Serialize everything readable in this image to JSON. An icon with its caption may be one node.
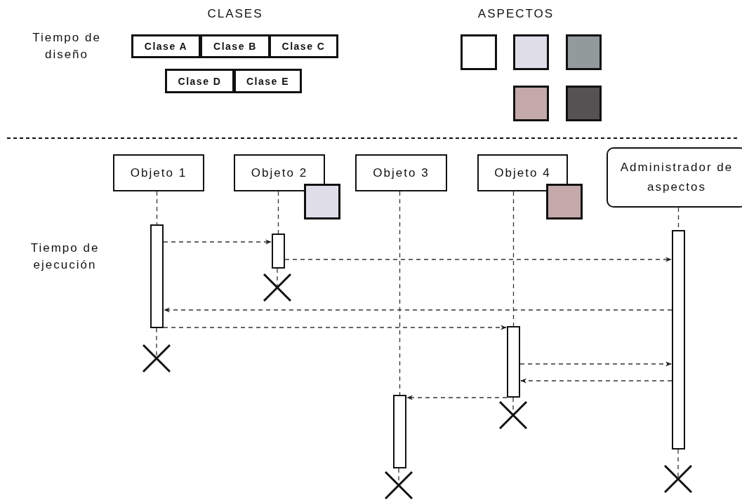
{
  "diagram": {
    "nodes": [
      {
        "text": [
          "Clase A"
        ]
      },
      {
        "text": [
          "Clase B"
        ]
      },
      {
        "text": [
          "Clase C"
        ]
      },
      {
        "text": [
          "Clase D"
        ]
      },
      {
        "text": [
          "Clase E"
        ]
      },
      {
        "text": [],
        "shape": "box"
      },
      {
        "text": [],
        "shape": "box"
      },
      {
        "text": [],
        "shape": "box"
      },
      {
        "text": [],
        "shape": "box"
      },
      {
        "text": [],
        "shape": "box"
      },
      {
        "text": [
          "Objeto 1"
        ]
      },
      {
        "text": [
          "Objeto 2"
        ]
      },
      {
        "text": [
          "Objeto 3"
        ]
      },
      {
        "text": [
          "Objeto 4"
        ]
      },
      {
        "text": [
          "Administrador de aspectos"
        ]
      },
      {
        "text": [],
        "shape": "box"
      },
      {
        "text": [],
        "shape": "box"
      },
      {
        "text": [],
        "shape": "bar"
      },
      {
        "text": [],
        "shape": "bar"
      },
      {
        "text": [],
        "shape": "bar"
      },
      {
        "text": [],
        "shape": "bar"
      },
      {
        "text": [],
        "shape": "bar"
      },
      {
        "text": [],
        "shape": "cross"
      },
      {
        "text": [],
        "shape": "cross"
      },
      {
        "text": [],
        "shape": "cross"
      },
      {
        "text": [],
        "shape": "cross"
      },
      {
        "text": [],
        "shape": "cross"
      }
    ],
    "edges": [
      {
        "from": 10,
        "to": 17,
        "arrow": "none",
        "style": "dashed"
      },
      {
        "from": 17,
        "to": 22,
        "arrow": "none",
        "style": "dashed"
      },
      {
        "from": 11,
        "to": 18,
        "arrow": "none",
        "style": "dashed"
      },
      {
        "from": 18,
        "to": 23,
        "arrow": "none",
        "style": "dashed"
      },
      {
        "from": 12,
        "to": 19,
        "arrow": "none",
        "style": "dashed"
      },
      {
        "from": 19,
        "to": 24,
        "arrow": "none",
        "style": "dashed"
      },
      {
        "from": 13,
        "to": 20,
        "arrow": "none",
        "style": "dashed"
      },
      {
        "from": 20,
        "to": 25,
        "arrow": "none",
        "style": "dashed"
      },
      {
        "from": 14,
        "to": 21,
        "arrow": "none",
        "style": "dashed"
      },
      {
        "from": 21,
        "to": 26,
        "arrow": "none",
        "style": "dashed"
      },
      {
        "from": 17,
        "to": 18,
        "arrow": "to",
        "style": "dashed"
      },
      {
        "from": 18,
        "to": 21,
        "arrow": "to",
        "style": "dashed"
      },
      {
        "from": 21,
        "to": 17,
        "arrow": "to",
        "style": "dashed"
      },
      {
        "from": 17,
        "to": 20,
        "arrow": "to",
        "style": "dashed"
      },
      {
        "from": 20,
        "to": 21,
        "arrow": "to",
        "style": "dashed"
      },
      {
        "from": 21,
        "to": 20,
        "arrow": "to",
        "style": "dashed"
      },
      {
        "from": 20,
        "to": 19,
        "arrow": "to",
        "style": "dashed"
      }
    ],
    "labels": [
      "CLASES",
      "ASPECTOS",
      "Tiempo de diseño",
      "Tiempo de ejecución"
    ]
  }
}
